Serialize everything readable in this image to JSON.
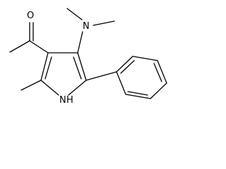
{
  "molecule": {
    "atoms": {
      "carbonyl_oxygen": "O",
      "dimethylamino_nitrogen": "N",
      "ring_nitrogen": "N",
      "ring_nh_hydrogen": "H"
    }
  },
  "colors": {
    "bond": "#000000",
    "label": "#000000",
    "background": "#ffffff"
  }
}
